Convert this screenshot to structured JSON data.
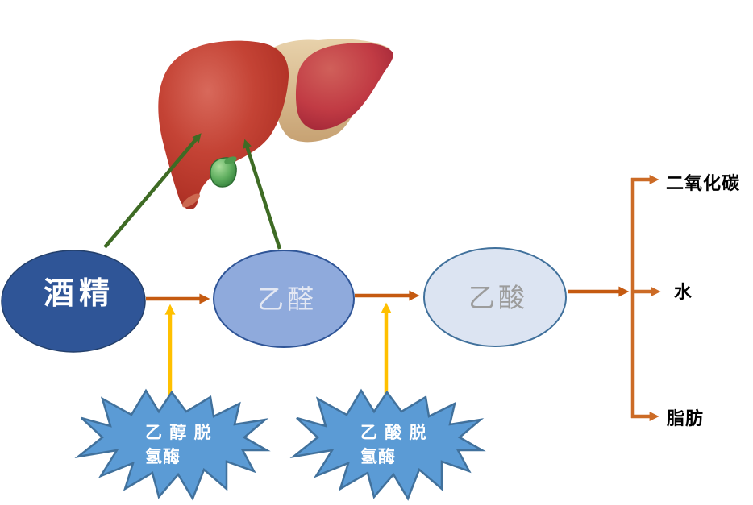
{
  "diagram": {
    "type": "flowchart",
    "topic": "alcohol metabolism in the liver",
    "organ": {
      "id": "liver",
      "icon": "liver-illustration"
    },
    "nodes": [
      {
        "id": "alcohol",
        "label": "酒精",
        "fill": "#2F5597",
        "border": "#24406B",
        "label_color": "#FFFFFF"
      },
      {
        "id": "acetaldehyde",
        "label": "乙醛",
        "fill": "#8FAADC",
        "border": "#2F5597",
        "label_color": "#E4E8F3"
      },
      {
        "id": "acetic-acid",
        "label": "乙酸",
        "fill": "#DCE4F2",
        "border": "#41719C",
        "label_color": "#9C9C9C"
      }
    ],
    "enzymes": [
      {
        "id": "alcohol-dehydrogenase",
        "label": "乙醇脱氢酶",
        "line1": "乙 醇 脱",
        "line2": "氢酶",
        "fill": "#5B9BD5",
        "border": "#41719C",
        "label_color": "#FFFFFF"
      },
      {
        "id": "acetic-dehydrogenase",
        "label": "乙酸脱氢酶",
        "line1": "乙 酸 脱",
        "line2": "氢酶",
        "fill": "#5B9BD5",
        "border": "#41719C",
        "label_color": "#FFFFFF"
      }
    ],
    "products": [
      {
        "id": "carbon-dioxide",
        "label": "二氧化碳"
      },
      {
        "id": "water",
        "label": "水"
      },
      {
        "id": "fat",
        "label": "脂肪"
      }
    ],
    "edges": [
      {
        "from": "alcohol",
        "to": "acetaldehyde",
        "type": "flow"
      },
      {
        "from": "acetaldehyde",
        "to": "acetic-acid",
        "type": "flow"
      },
      {
        "from": "acetic-acid",
        "to": "carbon-dioxide",
        "type": "flow"
      },
      {
        "from": "acetic-acid",
        "to": "water",
        "type": "flow"
      },
      {
        "from": "acetic-acid",
        "to": "fat",
        "type": "flow"
      },
      {
        "from": "alcohol-dehydrogenase",
        "to": "alcohol→acetaldehyde",
        "type": "enzyme"
      },
      {
        "from": "acetic-dehydrogenase",
        "to": "acetaldehyde→acetic-acid",
        "type": "enzyme"
      },
      {
        "from": "alcohol",
        "to": "liver",
        "type": "organ"
      },
      {
        "from": "acetaldehyde",
        "to": "liver",
        "type": "organ"
      }
    ],
    "colors": {
      "flow_arrow": "#C55A11",
      "branch_arrow": "#CC6B26",
      "enzyme_arrow": "#FFC000",
      "organ_arrow": "#3E6B24",
      "liver_red": "#C23B2F",
      "liver_highlight": "#D5685A",
      "liver_tan": "#D9BE96",
      "gallbladder_green": "#5FAE5F",
      "background": "#FFFFFF"
    }
  }
}
